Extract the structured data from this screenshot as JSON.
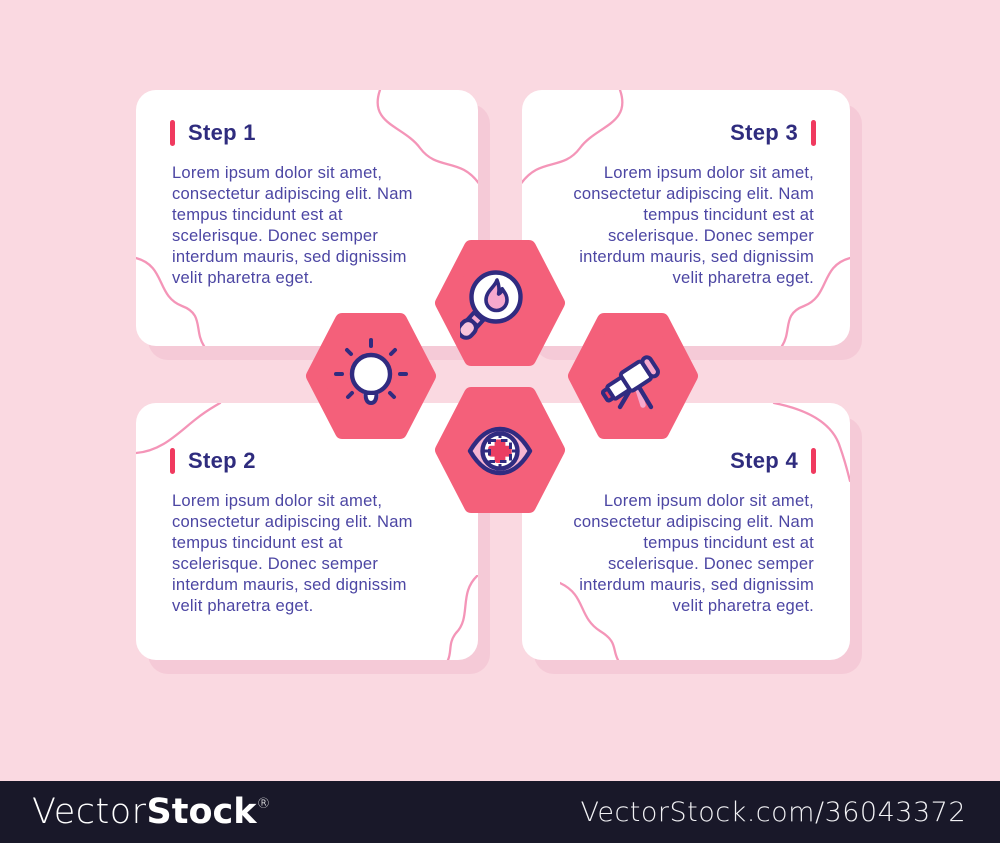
{
  "steps": [
    {
      "title": "Step 1",
      "body": "Lorem ipsum dolor sit amet,\nconsectetur adipiscing elit. Nam\ntempus tincidunt est at\nscelerisque. Donec semper\ninterdum mauris, sed dignissim\nvelit pharetra eget.",
      "align": "left"
    },
    {
      "title": "Step 2",
      "body": "Lorem ipsum dolor sit amet,\nconsectetur adipiscing elit. Nam\ntempus tincidunt est at\nscelerisque. Donec semper\ninterdum mauris, sed dignissim\nvelit pharetra eget.",
      "align": "left"
    },
    {
      "title": "Step 3",
      "body": "Lorem ipsum dolor sit amet,\nconsectetur adipiscing elit. Nam\ntempus tincidunt est at\nscelerisque. Donec semper\ninterdum mauris, sed dignissim\nvelit pharetra eget.",
      "align": "right"
    },
    {
      "title": "Step 4",
      "body": "Lorem ipsum dolor sit amet,\nconsectetur adipiscing elit. Nam\ntempus tincidunt est at\nscelerisque. Donec semper\ninterdum mauris, sed dignissim\nvelit pharetra eget.",
      "align": "right"
    }
  ],
  "hexagons": [
    {
      "position": "top",
      "icon": "magnifier-flame-icon"
    },
    {
      "position": "left",
      "icon": "lightbulb-icon"
    },
    {
      "position": "right",
      "icon": "telescope-icon"
    },
    {
      "position": "bottom",
      "icon": "eye-target-icon"
    }
  ],
  "footer": {
    "brand_vector": "Vector",
    "brand_stock": "Stock",
    "brand_reg": "®",
    "credit": "VectorStock.com/36043372"
  },
  "colors": {
    "page_background": "#FAD9E1",
    "card_background": "#FFFFFF",
    "card_shadow": "#F5CAD7",
    "title_text": "#2F2C7E",
    "body_text": "#4C46A3",
    "accent_red": "#F03A5F",
    "squiggle_pink": "#F495B8",
    "hexagon_pink": "#F4607A",
    "icon_outline_indigo": "#302B80",
    "icon_pink": "#F6A9CD",
    "icon_light_pink": "#F9C3DB",
    "icon_red": "#EA3E62",
    "footer_background": "#191829",
    "footer_text": "#FFFFFF"
  }
}
